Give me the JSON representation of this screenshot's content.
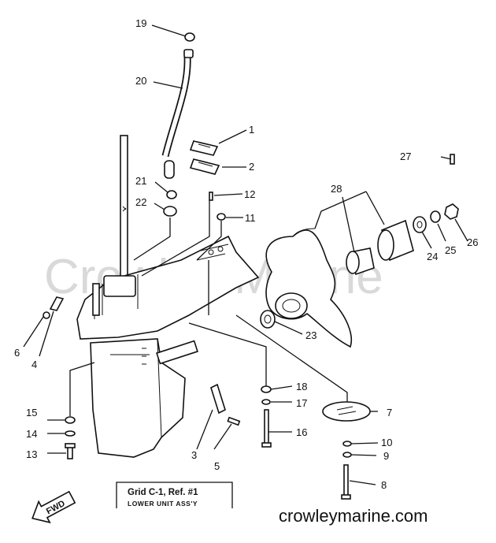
{
  "watermark": "Crowley Marine",
  "brand_url": "crowleymarine.com",
  "grid_ref": "Grid C-1, Ref. #1",
  "assembly_label": "LOWER UNIT ASS'Y",
  "fwd_label": "FWD",
  "callouts": [
    "1",
    "2",
    "3",
    "4",
    "5",
    "6",
    "7",
    "8",
    "9",
    "10",
    "11",
    "12",
    "13",
    "14",
    "15",
    "16",
    "17",
    "18",
    "19",
    "20",
    "21",
    "22",
    "23",
    "24",
    "25",
    "26",
    "27",
    "28"
  ]
}
